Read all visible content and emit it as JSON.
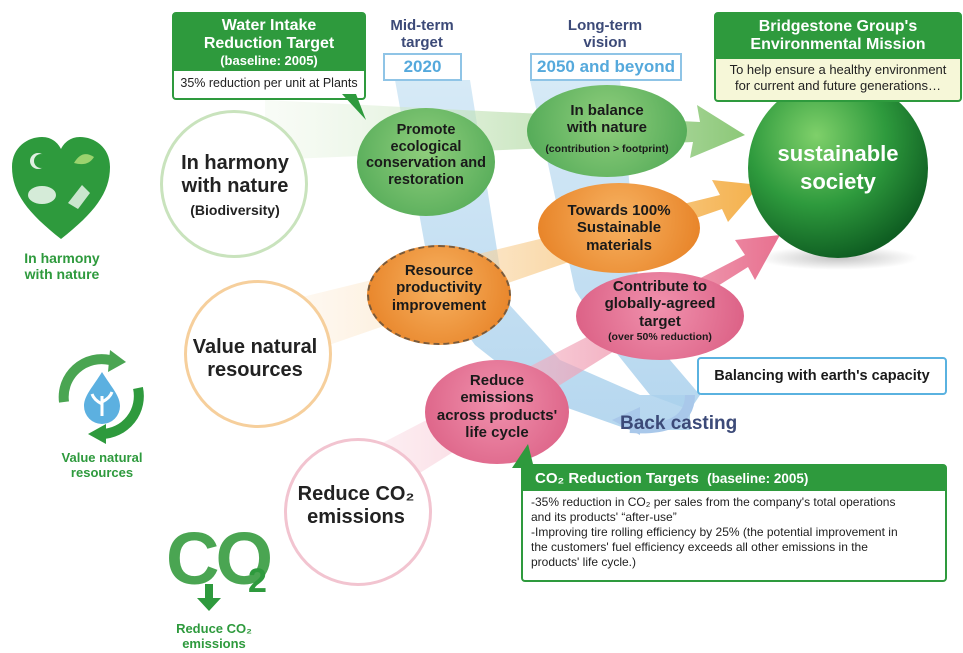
{
  "headers": {
    "midterm": "Mid-term\ntarget",
    "longterm": "Long-term\nvision",
    "year_mid": "2020",
    "year_long": "2050 and beyond"
  },
  "water_box": {
    "title": "Water Intake\nReduction Target",
    "baseline": "(baseline: 2005)",
    "text": "35% reduction per unit at Plants"
  },
  "mission_box": {
    "title": "Bridgestone Group's\nEnvironmental Mission",
    "text": "To help ensure a healthy environment\nfor current and future generations…"
  },
  "sphere_text": "sustainable\nsociety",
  "circles": {
    "harmony_title": "In harmony\nwith nature",
    "harmony_sub": "(Biodiversity)",
    "value": "Value natural\nresources",
    "co2": "Reduce CO₂\nemissions"
  },
  "ovals": {
    "promote": "Promote\necological\nconservation and\nrestoration",
    "balance_title": "In balance\nwith nature",
    "balance_sub": "(contribution > footprint)",
    "towards": "Towards 100%\nSustainable\nmaterials",
    "resource": "Resource\nproductivity\nimprovement",
    "contribute_title": "Contribute to\nglobally-agreed\ntarget",
    "contribute_sub": "(over 50% reduction)",
    "reduce": "Reduce\nemissions\nacross products'\nlife cycle"
  },
  "balancing_box": "Balancing with earth's capacity",
  "back_casting": "Back casting",
  "co2_box": {
    "title": "CO₂ Reduction Targets",
    "baseline": "(baseline: 2005)",
    "line1": "-35% reduction in CO₂ per sales from the company's total operations\n and its products' “after-use”",
    "line2": "-Improving tire rolling efficiency by 25% (the potential improvement in\n the customers' fuel efficiency exceeds all other emissions in the\n products' life cycle.)"
  },
  "icons": {
    "harmony_label": "In harmony\nwith nature",
    "value_label": "Value natural\nresources",
    "co2_label": "Reduce CO₂\nemissions",
    "co2_glyph": "CO",
    "co2_sub": "2"
  },
  "colors": {
    "green": "#2e9a3d",
    "orange": "#f08a24",
    "pink": "#e26a8f",
    "blue": "#8fc4e6",
    "navy": "#3c4a78"
  }
}
